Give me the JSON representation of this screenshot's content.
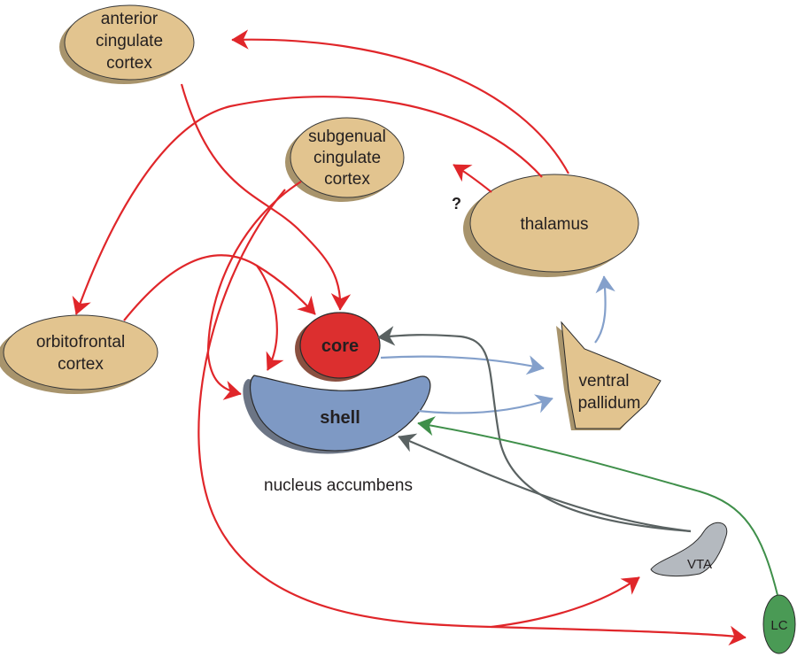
{
  "colors": {
    "region_fill": "#e2c48f",
    "region_shadow": "#a8946c",
    "core_fill": "#dc2f2f",
    "shell_fill": "#7e99c4",
    "vta_fill": "#b4b9bf",
    "lc_fill": "#4a9a55",
    "red_projection": "#e0262a",
    "blue_projection": "#84a0cb",
    "gray_projection": "#5a6262",
    "green_projection": "#3f8f4a"
  },
  "nodes": {
    "acc": [
      "anterior",
      "cingulate",
      "cortex"
    ],
    "sgc": [
      "subgenual",
      "cingulate",
      "cortex"
    ],
    "thalamus": "thalamus",
    "ofc": [
      "orbitofrontal",
      "cortex"
    ],
    "core": "core",
    "shell": "shell",
    "vp": [
      "ventral",
      "pallidum"
    ],
    "vta": "VTA",
    "lc": "LC"
  },
  "labels": {
    "nucleus_accumbens": "nucleus accumbens",
    "uncertain": "?"
  }
}
